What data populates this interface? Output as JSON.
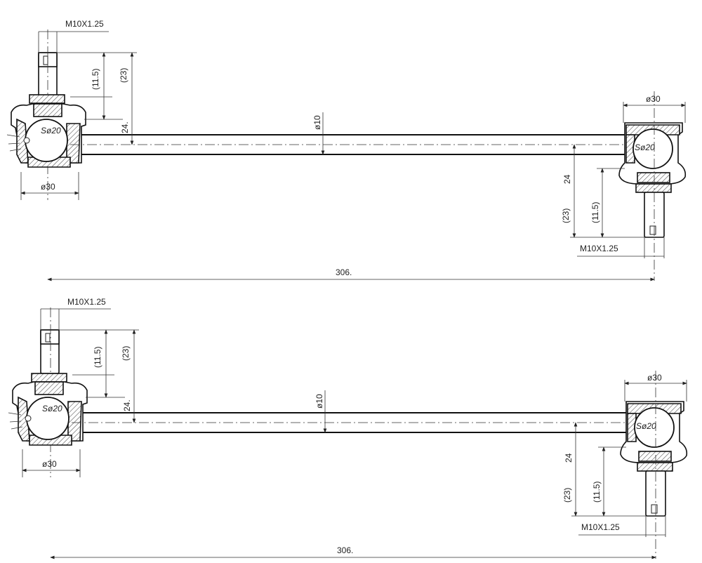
{
  "views": [
    {
      "thread_left": "M10X1.25",
      "dim_11_5_left": "(11.5)",
      "dim_23_left": "(23)",
      "dim_24_left": "24.",
      "ball_left": "Sø20",
      "dia_left": "ø30",
      "rod_dia": "ø10",
      "dia_right": "ø30",
      "ball_right": "Sø20",
      "dim_24_right": "24",
      "dim_23_right": "(23)",
      "dim_11_5_right": "(11.5)",
      "thread_right": "M10X1.25",
      "overall_length": "306."
    },
    {
      "thread_left": "M10X1.25",
      "dim_11_5_left": "(11.5)",
      "dim_23_left": "(23)",
      "dim_24_left": "24.",
      "ball_left": "Sø20",
      "dia_left": "ø30",
      "rod_dia": "ø10",
      "dia_right": "ø30",
      "ball_right": "Sø20",
      "dim_24_right": "24",
      "dim_23_right": "(23)",
      "dim_11_5_right": "(11.5)",
      "thread_right": "M10X1.25",
      "overall_length": "306."
    }
  ]
}
